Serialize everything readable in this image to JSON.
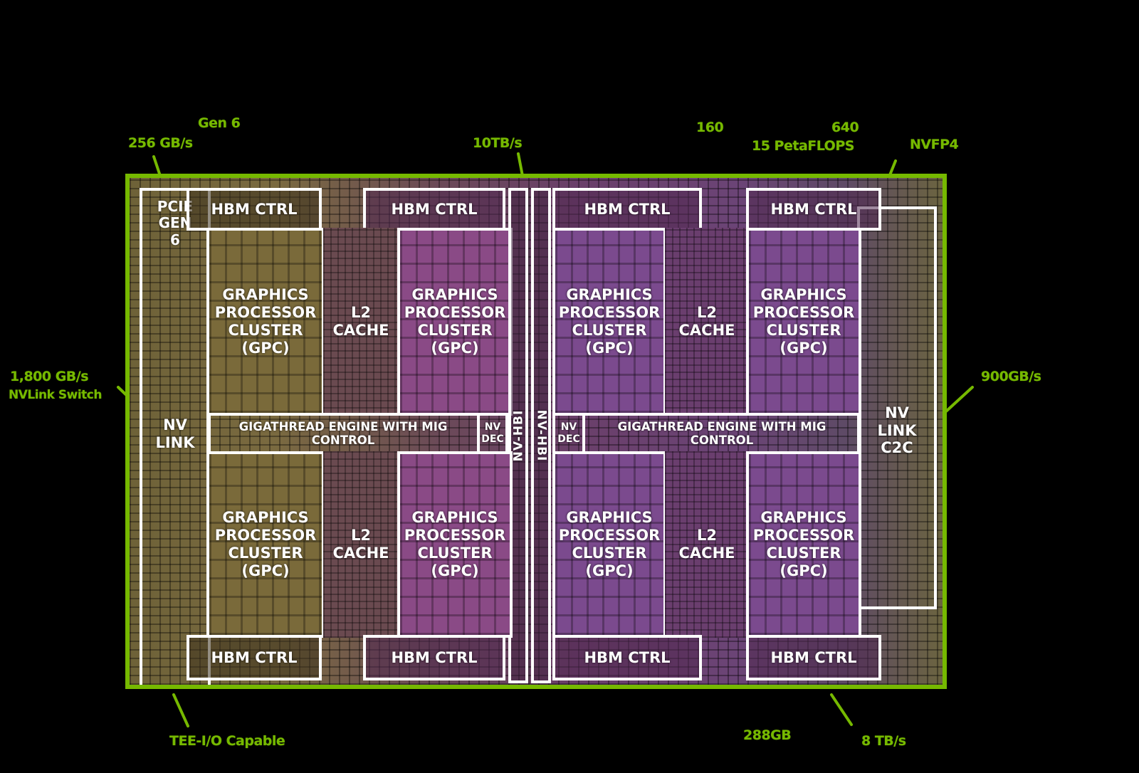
{
  "diagram": {
    "type": "chip-die-block-diagram",
    "accent_color": "#76b900",
    "block_label_color": "#ffffff",
    "annotations": {
      "pcie_gen": "Gen 6",
      "pcie_bandwidth": "256 GB/s",
      "nvhbi_bandwidth": "10TB/s",
      "sm_count": "160",
      "tensor_cores": "640",
      "petaflops": "15 PetaFLOPS",
      "precision": "NVFP4",
      "nvlink_bandwidth": "1,800 GB/s",
      "nvlink_switch": "NVLink Switch",
      "c2c_bandwidth": "900GB/s",
      "tee": "TEE-I/O Capable",
      "hbm_capacity": "288GB",
      "hbm_bandwidth": "8 TB/s"
    },
    "blocks": {
      "pcie": [
        "PCIE",
        "GEN",
        "6"
      ],
      "hbm_ctrl": "HBM CTRL",
      "gpc": [
        "GRAPHICS",
        "PROCESSOR",
        "CLUSTER",
        "(GPC)"
      ],
      "l2": [
        "L2",
        "CACHE"
      ],
      "gigathread": "GIGATHREAD ENGINE WITH MIG CONTROL",
      "nvdec": [
        "NV",
        "DEC"
      ],
      "nvhbi": "NV-HBI",
      "nvlink": [
        "NV",
        "LINK"
      ],
      "nvlink_c2c": [
        "NV",
        "LINK",
        "C2C"
      ]
    }
  }
}
